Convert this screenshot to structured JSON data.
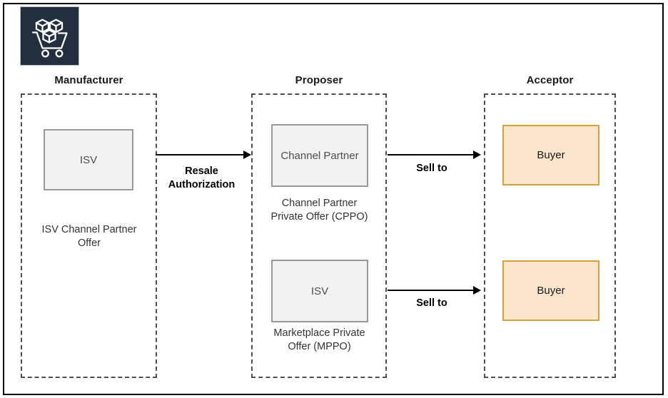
{
  "diagram": {
    "logo": {
      "icon": "aws-marketplace-cart-icon",
      "background_color": "#232F3E"
    },
    "colors": {
      "gray_fill": "#F2F2F2",
      "gray_border": "#999999",
      "orange_fill": "#FCE5CD",
      "orange_border": "#D6A13C",
      "lane_border": "#4d4d4d",
      "frame": "#000000"
    },
    "columns": [
      {
        "header": "Manufacturer"
      },
      {
        "header": "Proposer"
      },
      {
        "header": "Acceptor"
      }
    ],
    "nodes": {
      "isv_manufacturer": {
        "label": "ISV",
        "caption_line1": "ISV Channel Partner",
        "caption_line2": "Offer"
      },
      "channel_partner": {
        "label": "Channel Partner",
        "caption_line1": "Channel Partner",
        "caption_line2": "Private Offer (CPPO)"
      },
      "isv_proposer": {
        "label": "ISV",
        "caption_line1": "Marketplace Private",
        "caption_line2": "Offer (MPPO)"
      },
      "buyer_top": {
        "label": "Buyer"
      },
      "buyer_bottom": {
        "label": "Buyer"
      }
    },
    "arrows": {
      "resale": {
        "label_line1": "Resale",
        "label_line2": "Authorization"
      },
      "sell_to_top": {
        "label": "Sell to"
      },
      "sell_to_bottom": {
        "label": "Sell to"
      }
    }
  }
}
